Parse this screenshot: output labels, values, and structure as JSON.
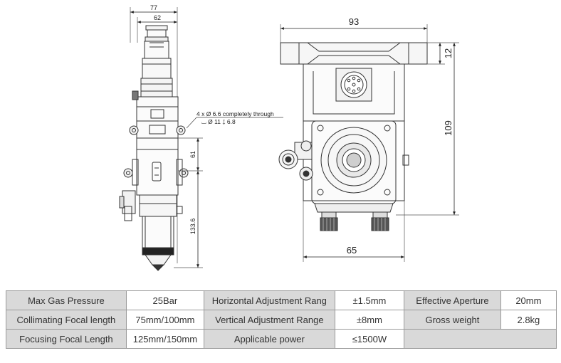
{
  "side_view": {
    "dim_top": "77",
    "dim_inner": "62",
    "hole_note_line1": "4 x  Ø 6.6 completely through",
    "hole_note_line2": "⌴ Ø 11 ↧ 6.8",
    "dim_61": "61",
    "dim_133": "133.6"
  },
  "front_view": {
    "dim_top": "93",
    "dim_12": "12",
    "dim_109": "109",
    "dim_bottom": "65"
  },
  "specs": [
    [
      {
        "text": "Max Gas Pressure",
        "kind": "lbl"
      },
      {
        "text": "25Bar",
        "kind": "val"
      },
      {
        "text": "Horizontal Adjustment Rang",
        "kind": "lbl"
      },
      {
        "text": "±1.5mm",
        "kind": "val"
      },
      {
        "text": "Effective Aperture",
        "kind": "lbl"
      },
      {
        "text": "20mm",
        "kind": "val"
      }
    ],
    [
      {
        "text": "Collimating Focal length",
        "kind": "lbl"
      },
      {
        "text": "75mm/100mm",
        "kind": "val"
      },
      {
        "text": "Vertical Adjustment Range",
        "kind": "lbl"
      },
      {
        "text": "±8mm",
        "kind": "val"
      },
      {
        "text": "Gross weight",
        "kind": "lbl"
      },
      {
        "text": "2.8kg",
        "kind": "val"
      }
    ],
    [
      {
        "text": "Focusing Focal Length",
        "kind": "lbl"
      },
      {
        "text": "125mm/150mm",
        "kind": "val"
      },
      {
        "text": "Applicable power",
        "kind": "lbl"
      },
      {
        "text": "≤1500W",
        "kind": "val"
      },
      {
        "text": "",
        "kind": "lbl",
        "span": 2
      }
    ]
  ]
}
